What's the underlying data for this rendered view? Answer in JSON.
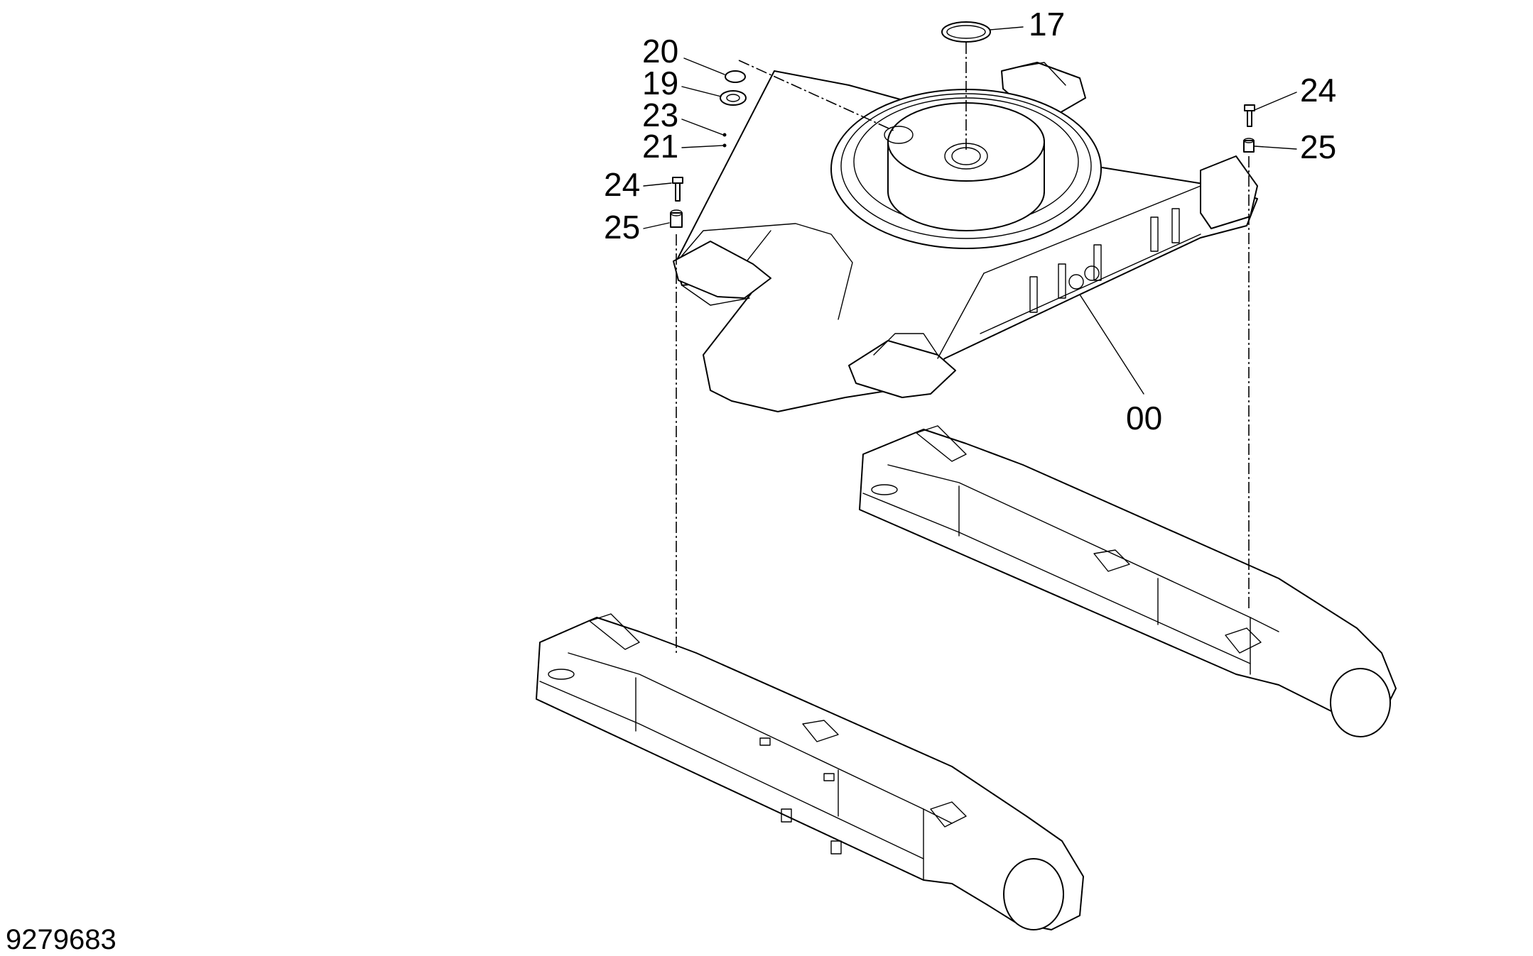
{
  "drawing": {
    "document_number": "9279683",
    "callouts": [
      {
        "id": "c17",
        "text": "17"
      },
      {
        "id": "c20",
        "text": "20"
      },
      {
        "id": "c19",
        "text": "19"
      },
      {
        "id": "c23",
        "text": "23"
      },
      {
        "id": "c21",
        "text": "21"
      },
      {
        "id": "c24a",
        "text": "24"
      },
      {
        "id": "c25a",
        "text": "25"
      },
      {
        "id": "c24b",
        "text": "24"
      },
      {
        "id": "c25b",
        "text": "25"
      },
      {
        "id": "c00",
        "text": "00"
      }
    ]
  }
}
